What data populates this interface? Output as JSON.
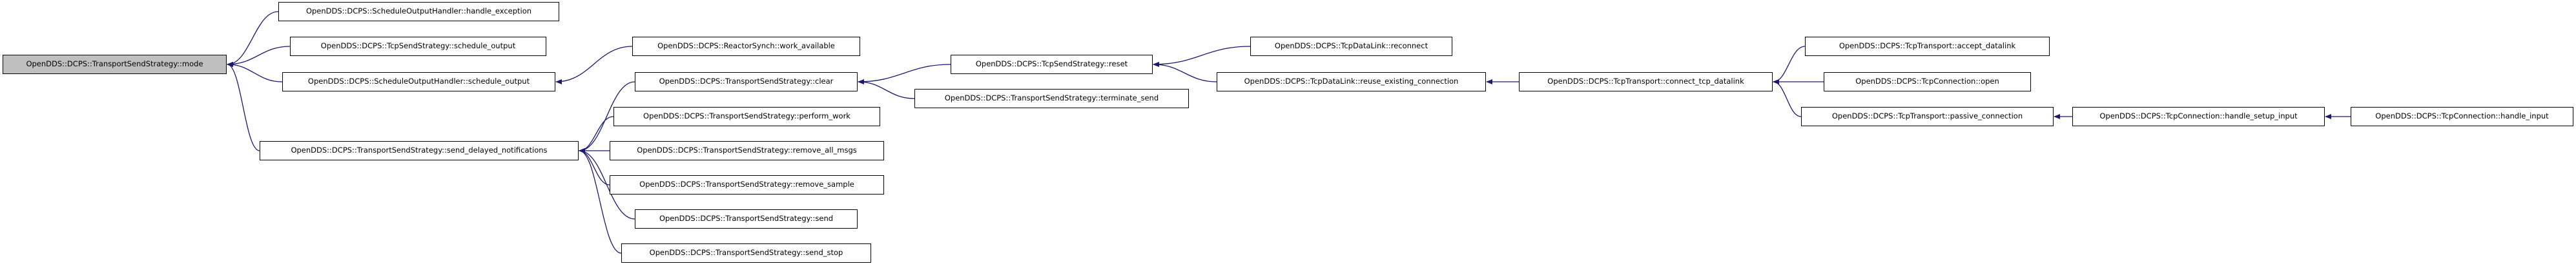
{
  "colors": {
    "root_fill": "#bfbfbf",
    "node_fill": "#ffffff",
    "node_border": "#000000",
    "edge": "#191970"
  },
  "nodes": [
    {
      "id": "mode",
      "label": "OpenDDS::DCPS::TransportSendStrategy::mode",
      "root": true
    },
    {
      "id": "handle_exception",
      "label": "OpenDDS::DCPS::ScheduleOutputHandler::handle_exception"
    },
    {
      "id": "tcp_schedule_output",
      "label": "OpenDDS::DCPS::TcpSendStrategy::schedule_output"
    },
    {
      "id": "soh_schedule_output",
      "label": "OpenDDS::DCPS::ScheduleOutputHandler::schedule_output"
    },
    {
      "id": "send_delayed",
      "label": "OpenDDS::DCPS::TransportSendStrategy::send_delayed_notifications"
    },
    {
      "id": "work_available",
      "label": "OpenDDS::DCPS::ReactorSynch::work_available"
    },
    {
      "id": "clear",
      "label": "OpenDDS::DCPS::TransportSendStrategy::clear"
    },
    {
      "id": "perform_work",
      "label": "OpenDDS::DCPS::TransportSendStrategy::perform_work"
    },
    {
      "id": "remove_all_msgs",
      "label": "OpenDDS::DCPS::TransportSendStrategy::remove_all_msgs"
    },
    {
      "id": "remove_sample",
      "label": "OpenDDS::DCPS::TransportSendStrategy::remove_sample"
    },
    {
      "id": "send",
      "label": "OpenDDS::DCPS::TransportSendStrategy::send"
    },
    {
      "id": "send_stop",
      "label": "OpenDDS::DCPS::TransportSendStrategy::send_stop"
    },
    {
      "id": "reset",
      "label": "OpenDDS::DCPS::TcpSendStrategy::reset"
    },
    {
      "id": "terminate_send",
      "label": "OpenDDS::DCPS::TransportSendStrategy::terminate_send"
    },
    {
      "id": "reconnect",
      "label": "OpenDDS::DCPS::TcpDataLink::reconnect"
    },
    {
      "id": "reuse_conn",
      "label": "OpenDDS::DCPS::TcpDataLink::reuse_existing_connection"
    },
    {
      "id": "connect_tcp",
      "label": "OpenDDS::DCPS::TcpTransport::connect_tcp_datalink"
    },
    {
      "id": "accept_datalink",
      "label": "OpenDDS::DCPS::TcpTransport::accept_datalink"
    },
    {
      "id": "tcpconn_open",
      "label": "OpenDDS::DCPS::TcpConnection::open"
    },
    {
      "id": "passive_conn",
      "label": "OpenDDS::DCPS::TcpTransport::passive_connection"
    },
    {
      "id": "handle_setup_input",
      "label": "OpenDDS::DCPS::TcpConnection::handle_setup_input"
    },
    {
      "id": "handle_input",
      "label": "OpenDDS::DCPS::TcpConnection::handle_input"
    }
  ],
  "edges": [
    {
      "from": "handle_exception",
      "to": "mode"
    },
    {
      "from": "tcp_schedule_output",
      "to": "mode"
    },
    {
      "from": "soh_schedule_output",
      "to": "mode"
    },
    {
      "from": "send_delayed",
      "to": "mode"
    },
    {
      "from": "work_available",
      "to": "soh_schedule_output"
    },
    {
      "from": "clear",
      "to": "send_delayed"
    },
    {
      "from": "perform_work",
      "to": "send_delayed"
    },
    {
      "from": "remove_all_msgs",
      "to": "send_delayed"
    },
    {
      "from": "remove_sample",
      "to": "send_delayed"
    },
    {
      "from": "send",
      "to": "send_delayed"
    },
    {
      "from": "send_stop",
      "to": "send_delayed"
    },
    {
      "from": "reset",
      "to": "clear"
    },
    {
      "from": "terminate_send",
      "to": "clear"
    },
    {
      "from": "reconnect",
      "to": "reset"
    },
    {
      "from": "reuse_conn",
      "to": "reset"
    },
    {
      "from": "connect_tcp",
      "to": "reuse_conn"
    },
    {
      "from": "accept_datalink",
      "to": "connect_tcp"
    },
    {
      "from": "tcpconn_open",
      "to": "connect_tcp"
    },
    {
      "from": "passive_conn",
      "to": "connect_tcp"
    },
    {
      "from": "handle_setup_input",
      "to": "passive_conn"
    },
    {
      "from": "handle_input",
      "to": "handle_setup_input"
    }
  ]
}
